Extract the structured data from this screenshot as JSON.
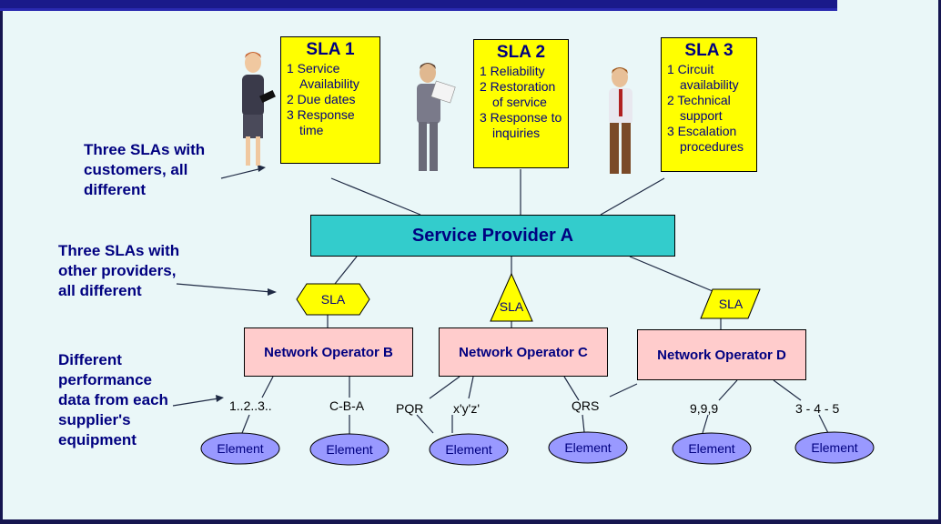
{
  "sla_boxes": [
    {
      "title": "SLA 1",
      "items": [
        "1 Service Availability",
        "2 Due dates",
        "3 Response time"
      ]
    },
    {
      "title": "SLA 2",
      "items": [
        "1 Reliability",
        "2 Restoration of service",
        "3 Response to inquiries"
      ]
    },
    {
      "title": "SLA 3",
      "items": [
        "1 Circuit availability",
        "2 Technical support",
        "3 Escalation procedures"
      ]
    }
  ],
  "labels": {
    "customers": "Three SLAs with customers, all different",
    "providers": "Three SLAs with other providers, all different",
    "performance": "Different performance data from each supplier's equipment"
  },
  "service_provider": "Service Provider A",
  "provider_slas": [
    "SLA",
    "SLA",
    "SLA"
  ],
  "operators": [
    "Network Operator B",
    "Network Operator C",
    "Network Operator D"
  ],
  "data_labels": [
    "1..2..3..",
    "C-B-A",
    "PQR",
    "x'y'z'",
    "QRS",
    "9,9,9",
    "3 - 4 - 5"
  ],
  "elements": [
    "Element",
    "Element",
    "Element",
    "Element",
    "Element",
    "Element"
  ],
  "colors": {
    "sla_box": "#ffff00",
    "service_provider": "#33cccc",
    "operator": "#ffcccc",
    "element": "#9999ff",
    "text": "#000080"
  }
}
